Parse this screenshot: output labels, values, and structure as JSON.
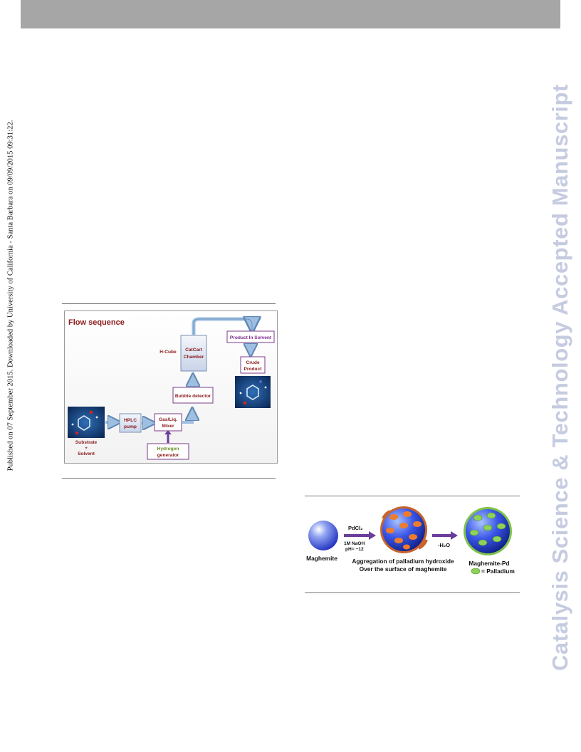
{
  "side_note": "Published on 07 September 2015. Downloaded by University of California - Santa Barbara on 09/09/2015 09:31:22.",
  "watermark": "Catalysis Science & Technology Accepted Manuscript",
  "flow": {
    "title": "Flow sequence",
    "h_cube": "H-Cube",
    "catcart": [
      "CatCart",
      "Chamber"
    ],
    "product_in_solvent": "Product In Solvent",
    "crude": [
      "Crude",
      "Product"
    ],
    "bubble_detector": "Bubble detector",
    "hplc": [
      "HPLC",
      "pump"
    ],
    "mixer": [
      "Gas/Liq.",
      "Mixer"
    ],
    "hydrogen": [
      "Hydrogen",
      "generator"
    ],
    "substrate": [
      "Substrate",
      "+",
      "Solvent"
    ]
  },
  "scheme": {
    "maghemite": "Maghemite",
    "pdcl2": "PdCl₂",
    "naoh": "1M NaOH",
    "ph": "pH= ~12",
    "minus_h2o": "-H₂O",
    "aggregation_1": "Aggregation of palladium hydroxide",
    "aggregation_2": "Over the surface of maghemite",
    "maghemite_pd": "Maghemite-Pd",
    "palladium": "= Palladium"
  },
  "colors": {
    "topbar": "#a6a6a6",
    "watermark": "#c5cbe0",
    "flow_label": "#8b1a1a",
    "flow_title": "#8b1a1a",
    "hydrogen_label": "#6b8e23",
    "product_label": "#7a2a8a",
    "purple_arrow": "#6a3d9a"
  }
}
